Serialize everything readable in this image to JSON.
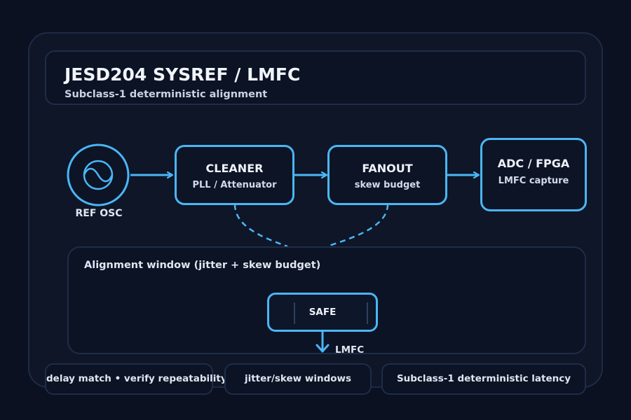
{
  "header": {
    "title": "JESD204 SYSREF / LMFC",
    "subtitle": "Subclass-1 deterministic alignment"
  },
  "nodes": {
    "ref_osc": {
      "label": "REF OSC",
      "icon": "sine-wave-icon"
    },
    "cleaner": {
      "title": "CLEANER",
      "subtitle": "PLL / Attenuator"
    },
    "fanout": {
      "title": "FANOUT",
      "subtitle": "skew budget"
    },
    "adc_fpga": {
      "title": "ADC / FPGA",
      "subtitle": "LMFC capture"
    }
  },
  "alignment": {
    "title": "Alignment window (jitter + skew budget)",
    "safe_label": "SAFE",
    "output_label": "LMFC"
  },
  "footer": {
    "tags": [
      "delay match • verify repeatability",
      "jitter/skew windows",
      "Subclass-1 deterministic latency"
    ]
  },
  "colors": {
    "background": "#0b1120",
    "accent": "#4bb6f5",
    "panel_border": "#1f2d48",
    "text": "#eef2f8"
  }
}
